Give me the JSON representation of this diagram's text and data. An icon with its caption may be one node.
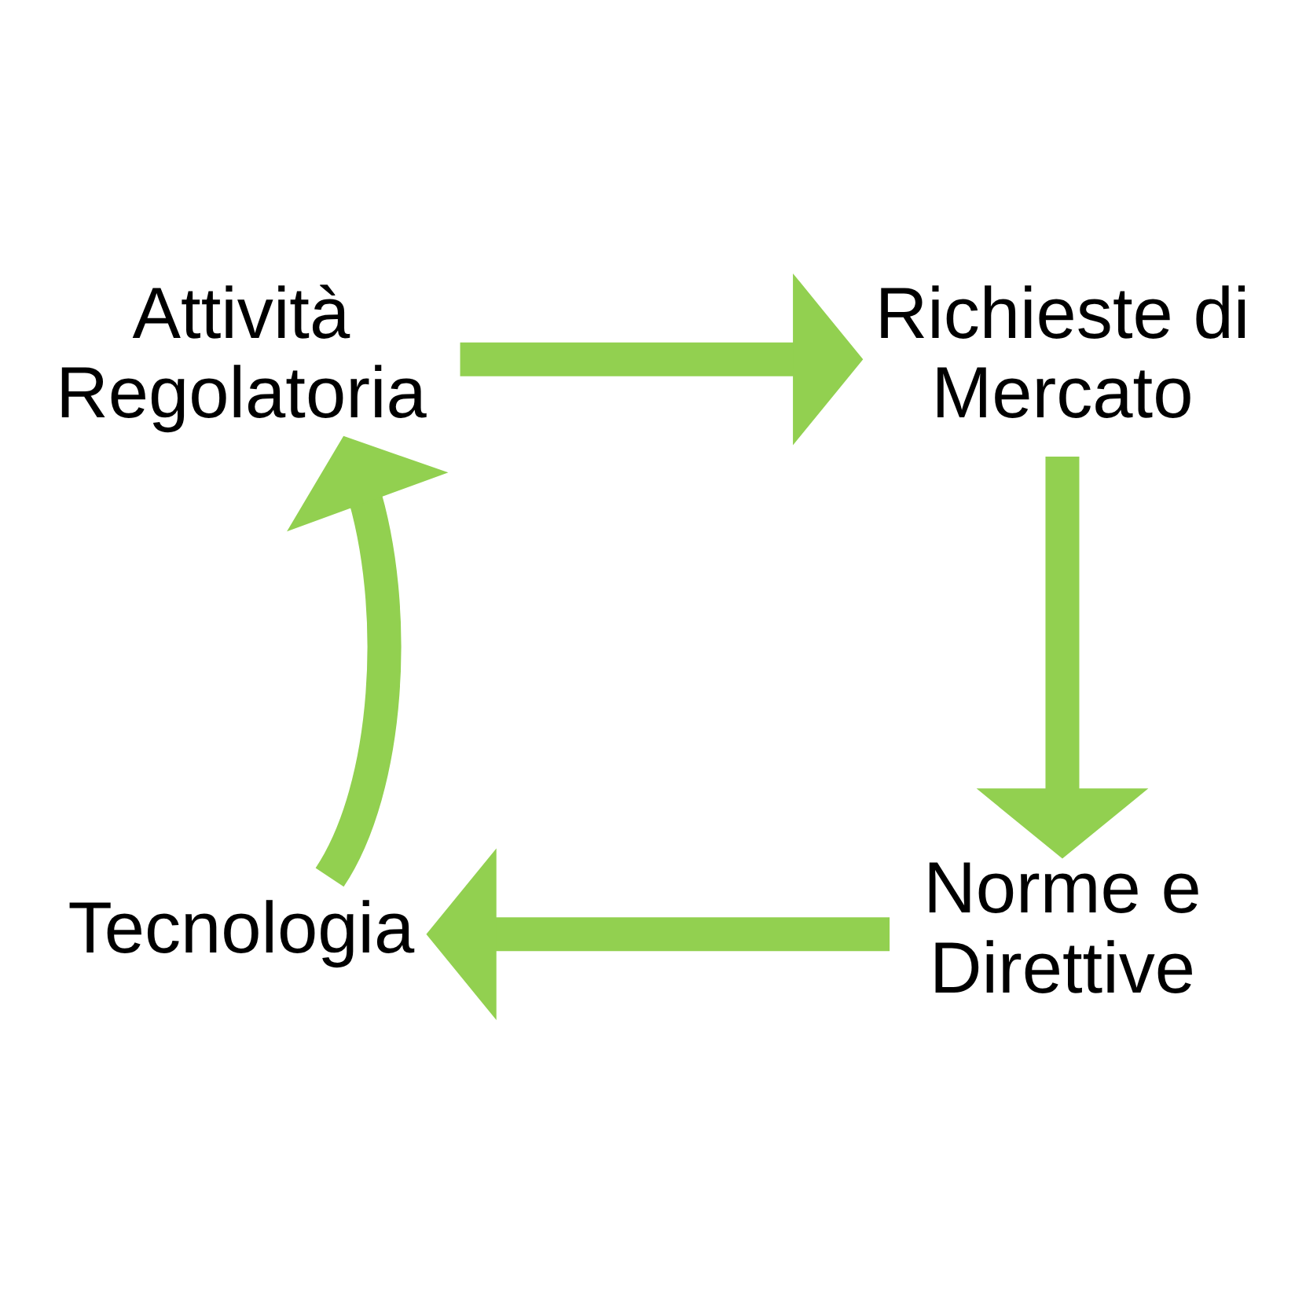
{
  "diagram": {
    "nodes": [
      {
        "text": [
          "Attività Regolatoria"
        ]
      },
      {
        "text": [
          "Richieste di Mercato"
        ]
      },
      {
        "text": [
          "Norme e Direttive"
        ]
      },
      {
        "text": [
          "Tecnologia"
        ]
      }
    ],
    "edges": [
      {
        "from": 0,
        "to": 1,
        "arrow": "to"
      },
      {
        "from": 1,
        "to": 2,
        "arrow": "to"
      },
      {
        "from": 2,
        "to": 3,
        "arrow": "to"
      },
      {
        "from": 3,
        "to": 0,
        "arrow": "to"
      }
    ]
  }
}
